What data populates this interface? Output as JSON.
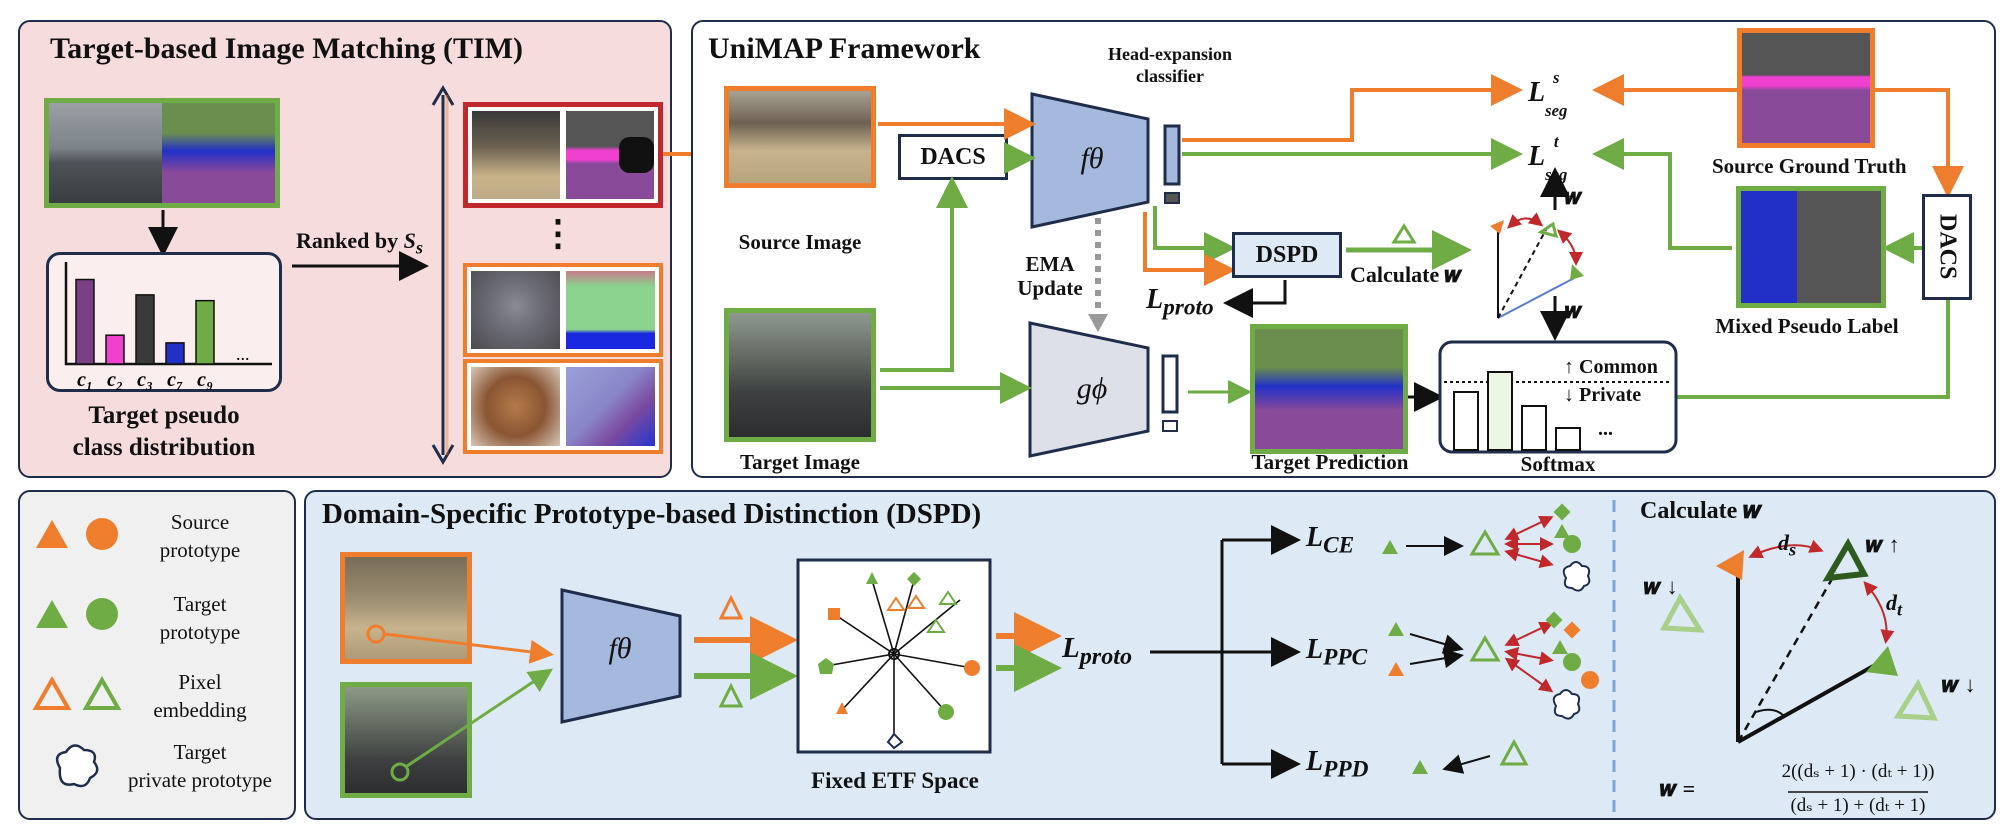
{
  "tim": {
    "title": "Target-based Image Matching (TIM)",
    "ranked_by": "Ranked by",
    "ranked_sym": "S",
    "ranked_sub": "s",
    "dist_caption_1": "Target pseudo",
    "dist_caption_2": "class distribution",
    "bar_labels": [
      "c₁",
      "c₂",
      "c₃",
      "c₇",
      "c₉"
    ],
    "bar_values": [
      0.88,
      0.3,
      0.72,
      0.22,
      0.66
    ],
    "bar_ellipsis": "...",
    "vdots": "⋮"
  },
  "unimap": {
    "title": "UniMAP Framework",
    "head_expansion": "Head-expansion",
    "classifier": "classifier",
    "source_image": "Source Image",
    "target_image": "Target Image",
    "dacs": "DACS",
    "dspd": "DSPD",
    "f_theta": "fθ",
    "g_phi": "gϕ",
    "ema_1": "EMA",
    "ema_2": "Update",
    "calculate_w": "Calculate 𝒘",
    "w": "𝒘",
    "l_proto": "L",
    "l_proto_sub": "proto",
    "l_seg": "L",
    "l_seg_sub": "seg",
    "sup_s": "s",
    "sup_t": "t",
    "target_prediction": "Target Prediction",
    "softmax": "Softmax",
    "common": "↑ Common",
    "private": "↓ Private",
    "softmax_ellipsis": "...",
    "source_gt": "Source Ground Truth",
    "mixed_pseudo": "Mixed Pseudo Label",
    "dacs_vertical": "DACS"
  },
  "legend": {
    "source_1": "Source",
    "source_2": "prototype",
    "target_1": "Target",
    "target_2": "prototype",
    "pixel_1": "Pixel",
    "pixel_2": "embedding",
    "private_1": "Target",
    "private_2": "private prototype"
  },
  "dspd": {
    "title": "Domain-Specific Prototype-based Distinction (DSPD)",
    "f_theta": "fθ",
    "fixed_etf": "Fixed ETF Space",
    "l_proto": "L",
    "l_proto_sub": "proto",
    "l_ce_sub": "CE",
    "l_ppc_sub": "PPC",
    "l_ppd_sub": "PPD",
    "l": "L"
  },
  "calc": {
    "title": "Calculate 𝒘",
    "ds": "d",
    "ds_sub": "s",
    "dt": "d",
    "dt_sub": "t",
    "w_up": "𝒘 ↑",
    "w_down": "𝒘 ↓",
    "formula_lhs": "𝒘 =",
    "formula_num": "2((dₛ + 1) · (dₜ + 1))",
    "formula_den": "(dₛ + 1) + (dₜ + 1)"
  },
  "colors": {
    "orange": "#ef7d2e",
    "green": "#6fac45",
    "navy": "#1f2d4a",
    "tim_bg": "#f6dcdc",
    "dspd_bg": "#dde9f4",
    "legend_bg": "#f0f0f0",
    "red": "#c0282c",
    "dark_green": "#2f5a1f"
  }
}
